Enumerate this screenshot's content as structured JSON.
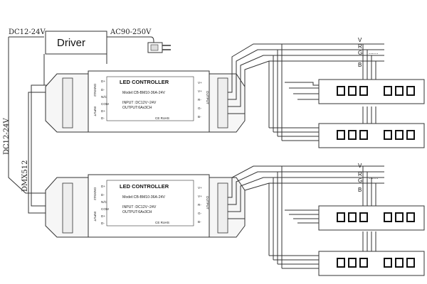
{
  "power": {
    "driver_label": "Driver",
    "dc_label": "DC12-24V",
    "ac_label": "AC90-250V",
    "vertical_dc_label": "DC12-24V",
    "vertical_dmx_label": "DMX512"
  },
  "controllers": [
    {
      "title": "LED CONTROLLER",
      "model": "Model:CB-BM10-36A-24V",
      "input": "INPUT    :DC12V~24V",
      "output": "OUTPUT:6Ax3CH",
      "certs": "CE RoHS",
      "left_pins": [
        "D+",
        "D-",
        "N/C",
        "COM",
        "D+",
        "D-"
      ],
      "right_pins": [
        "V+",
        "V+",
        "R-",
        "G-",
        "B-"
      ],
      "side_left": "DMX512",
      "side_right": "OUTPUT",
      "side_input": "INPUT"
    },
    {
      "title": "LED CONTROLLER",
      "model": "Model:CB-BM10-36A-24V",
      "input": "INPUT    :DC12V~24V",
      "output": "OUTPUT:6Ax3CH",
      "certs": "CE RoHS",
      "left_pins": [
        "D+",
        "D-",
        "N/C",
        "COM",
        "D+",
        "D-"
      ],
      "right_pins": [
        "V+",
        "V+",
        "R-",
        "G-",
        "B-"
      ],
      "side_left": "DMX512",
      "side_right": "OUTPUT",
      "side_input": "INPUT"
    }
  ],
  "bus_groups": [
    {
      "labels": [
        "V",
        "R",
        "G",
        "B"
      ],
      "dots": "......"
    },
    {
      "labels": [
        "V",
        "R",
        "G",
        "B"
      ],
      "dots": "......"
    }
  ],
  "colors": {
    "line": "#333333",
    "box_fill": "#ffffff",
    "controller_fill": "#f6f6f6",
    "strip_fill": "#ffffff"
  }
}
